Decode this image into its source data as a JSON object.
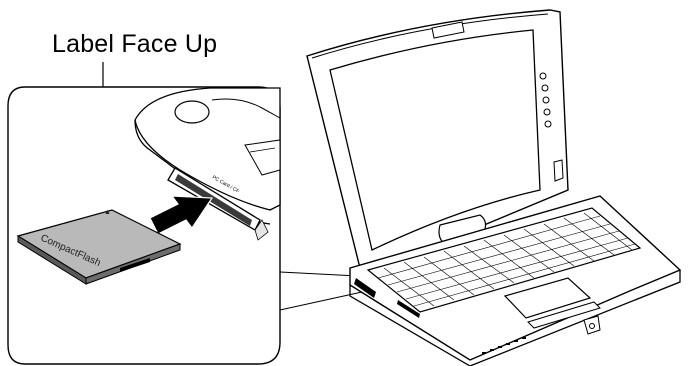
{
  "callout": {
    "label": "Label Face Up"
  },
  "card": {
    "brand": "CompactFlash",
    "orientation_mark": "▲"
  },
  "slot": {
    "label": "PC Card / CF"
  },
  "colors": {
    "card_fill": "#b9b9b9",
    "card_dark": "#5a5a5a",
    "arrow": "#000000",
    "line": "#000000"
  }
}
